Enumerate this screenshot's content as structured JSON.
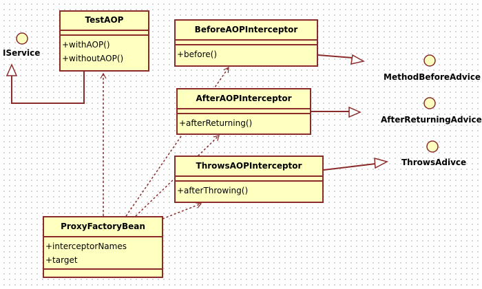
{
  "diagram_type": "UML class diagram",
  "classes": [
    {
      "id": "TestAOP",
      "name": "TestAOP",
      "attributes": [],
      "operations": [
        "+withAOP()",
        "+withoutAOP()"
      ]
    },
    {
      "id": "BeforeAOPInterceptor",
      "name": "BeforeAOPInterceptor",
      "attributes": [],
      "operations": [
        "+before()"
      ]
    },
    {
      "id": "AfterAOPInterceptor",
      "name": "AfterAOPInterceptor",
      "attributes": [],
      "operations": [
        "+afterReturning()"
      ]
    },
    {
      "id": "ThrowsAOPInterceptor",
      "name": "ThrowsAOPInterceptor",
      "attributes": [],
      "operations": [
        "+afterThrowing()"
      ]
    },
    {
      "id": "ProxyFactoryBean",
      "name": "ProxyFactoryBean",
      "attributes": [
        "+interceptorNames",
        "+target"
      ],
      "operations": []
    }
  ],
  "interfaces": [
    {
      "id": "IService",
      "name": "IService"
    },
    {
      "id": "MethodBeforeAdvice",
      "name": "MethodBeforeAdvice"
    },
    {
      "id": "AfterReturningAdvice",
      "name": "AfterReturningAdvice"
    },
    {
      "id": "ThrowsAdivce",
      "name": "ThrowsAdivce"
    }
  ],
  "relationships": [
    {
      "type": "realization",
      "from": "TestAOP",
      "to": "IService"
    },
    {
      "type": "realization",
      "from": "BeforeAOPInterceptor",
      "to": "MethodBeforeAdvice"
    },
    {
      "type": "realization",
      "from": "AfterAOPInterceptor",
      "to": "AfterReturningAdvice"
    },
    {
      "type": "realization",
      "from": "ThrowsAOPInterceptor",
      "to": "ThrowsAdivce"
    },
    {
      "type": "dependency",
      "from": "ProxyFactoryBean",
      "to": "TestAOP"
    },
    {
      "type": "dependency",
      "from": "ProxyFactoryBean",
      "to": "BeforeAOPInterceptor"
    },
    {
      "type": "dependency",
      "from": "ProxyFactoryBean",
      "to": "AfterAOPInterceptor"
    },
    {
      "type": "dependency",
      "from": "ProxyFactoryBean",
      "to": "ThrowsAOPInterceptor"
    }
  ],
  "colors": {
    "line": "#8b2a2a",
    "fill": "#ffffc0"
  }
}
